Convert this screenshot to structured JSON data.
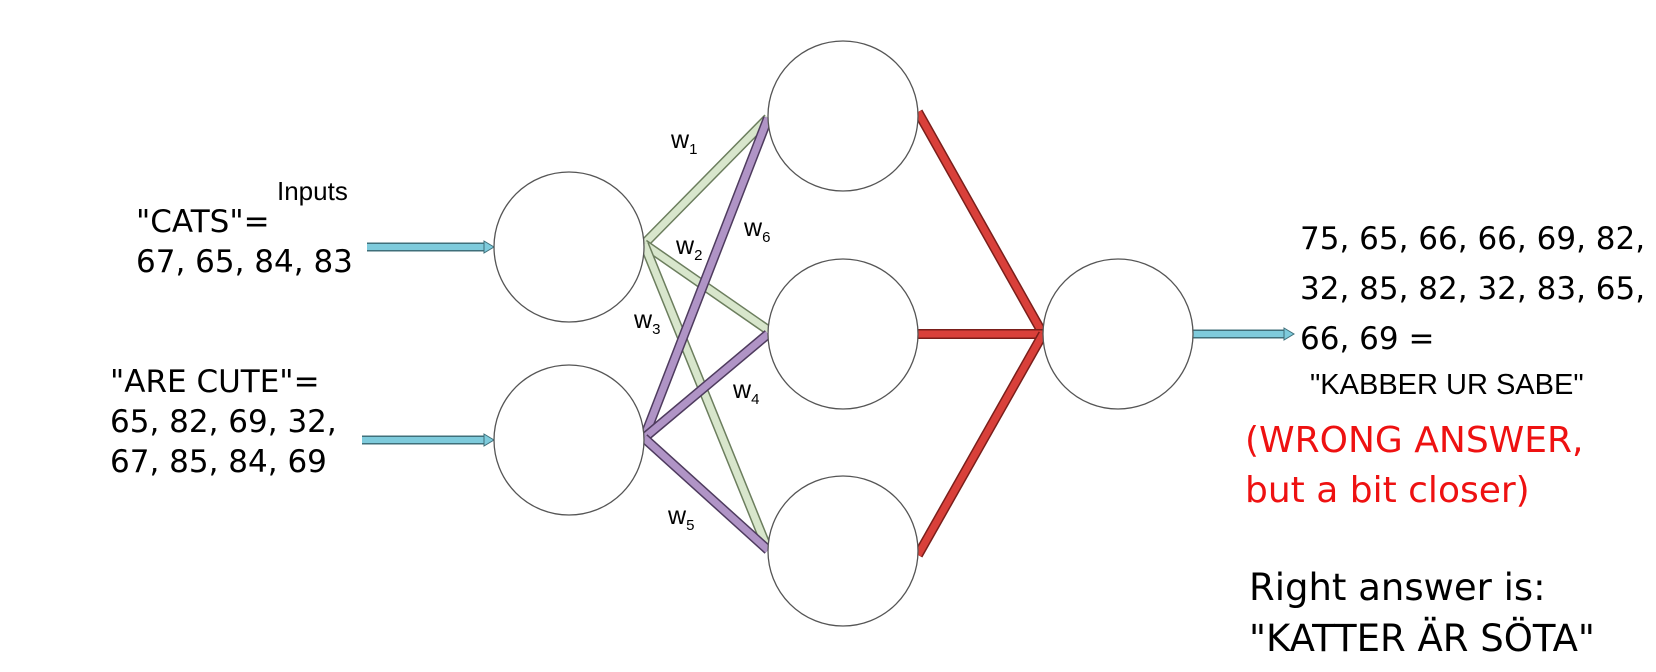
{
  "inputs_label": "Inputs",
  "input1": {
    "title": "\"CATS\"=",
    "codes": "67, 65, 84, 83"
  },
  "input2": {
    "title": "\"ARE CUTE\"=",
    "codes_line1": "65, 82, 69, 32,",
    "codes_line2": "67, 85, 84, 69"
  },
  "weights": [
    {
      "base": "w",
      "sub": "1"
    },
    {
      "base": "w",
      "sub": "2"
    },
    {
      "base": "w",
      "sub": "3"
    },
    {
      "base": "w",
      "sub": "4"
    },
    {
      "base": "w",
      "sub": "5"
    },
    {
      "base": "w",
      "sub": "6"
    }
  ],
  "output": {
    "line1": "75, 65, 66, 66, 69, 82,",
    "line2": "32, 85, 82, 32, 83, 65,",
    "line3": "66, 69 =",
    "decoded": "\"KABBER UR SABE\"",
    "wrong_line1": "(WRONG ANSWER,",
    "wrong_line2": "but a bit closer)",
    "right_line1": "Right answer is:",
    "right_line2": "\"KATTER ÄR SÖTA\""
  },
  "colors": {
    "input_arrow": "#7ecbdc",
    "weights_from_node1": "#d8e6cc",
    "weights_from_node2": "#b094c6",
    "hidden_to_output": "#d9403a",
    "wrong_text": "#ee1111"
  }
}
